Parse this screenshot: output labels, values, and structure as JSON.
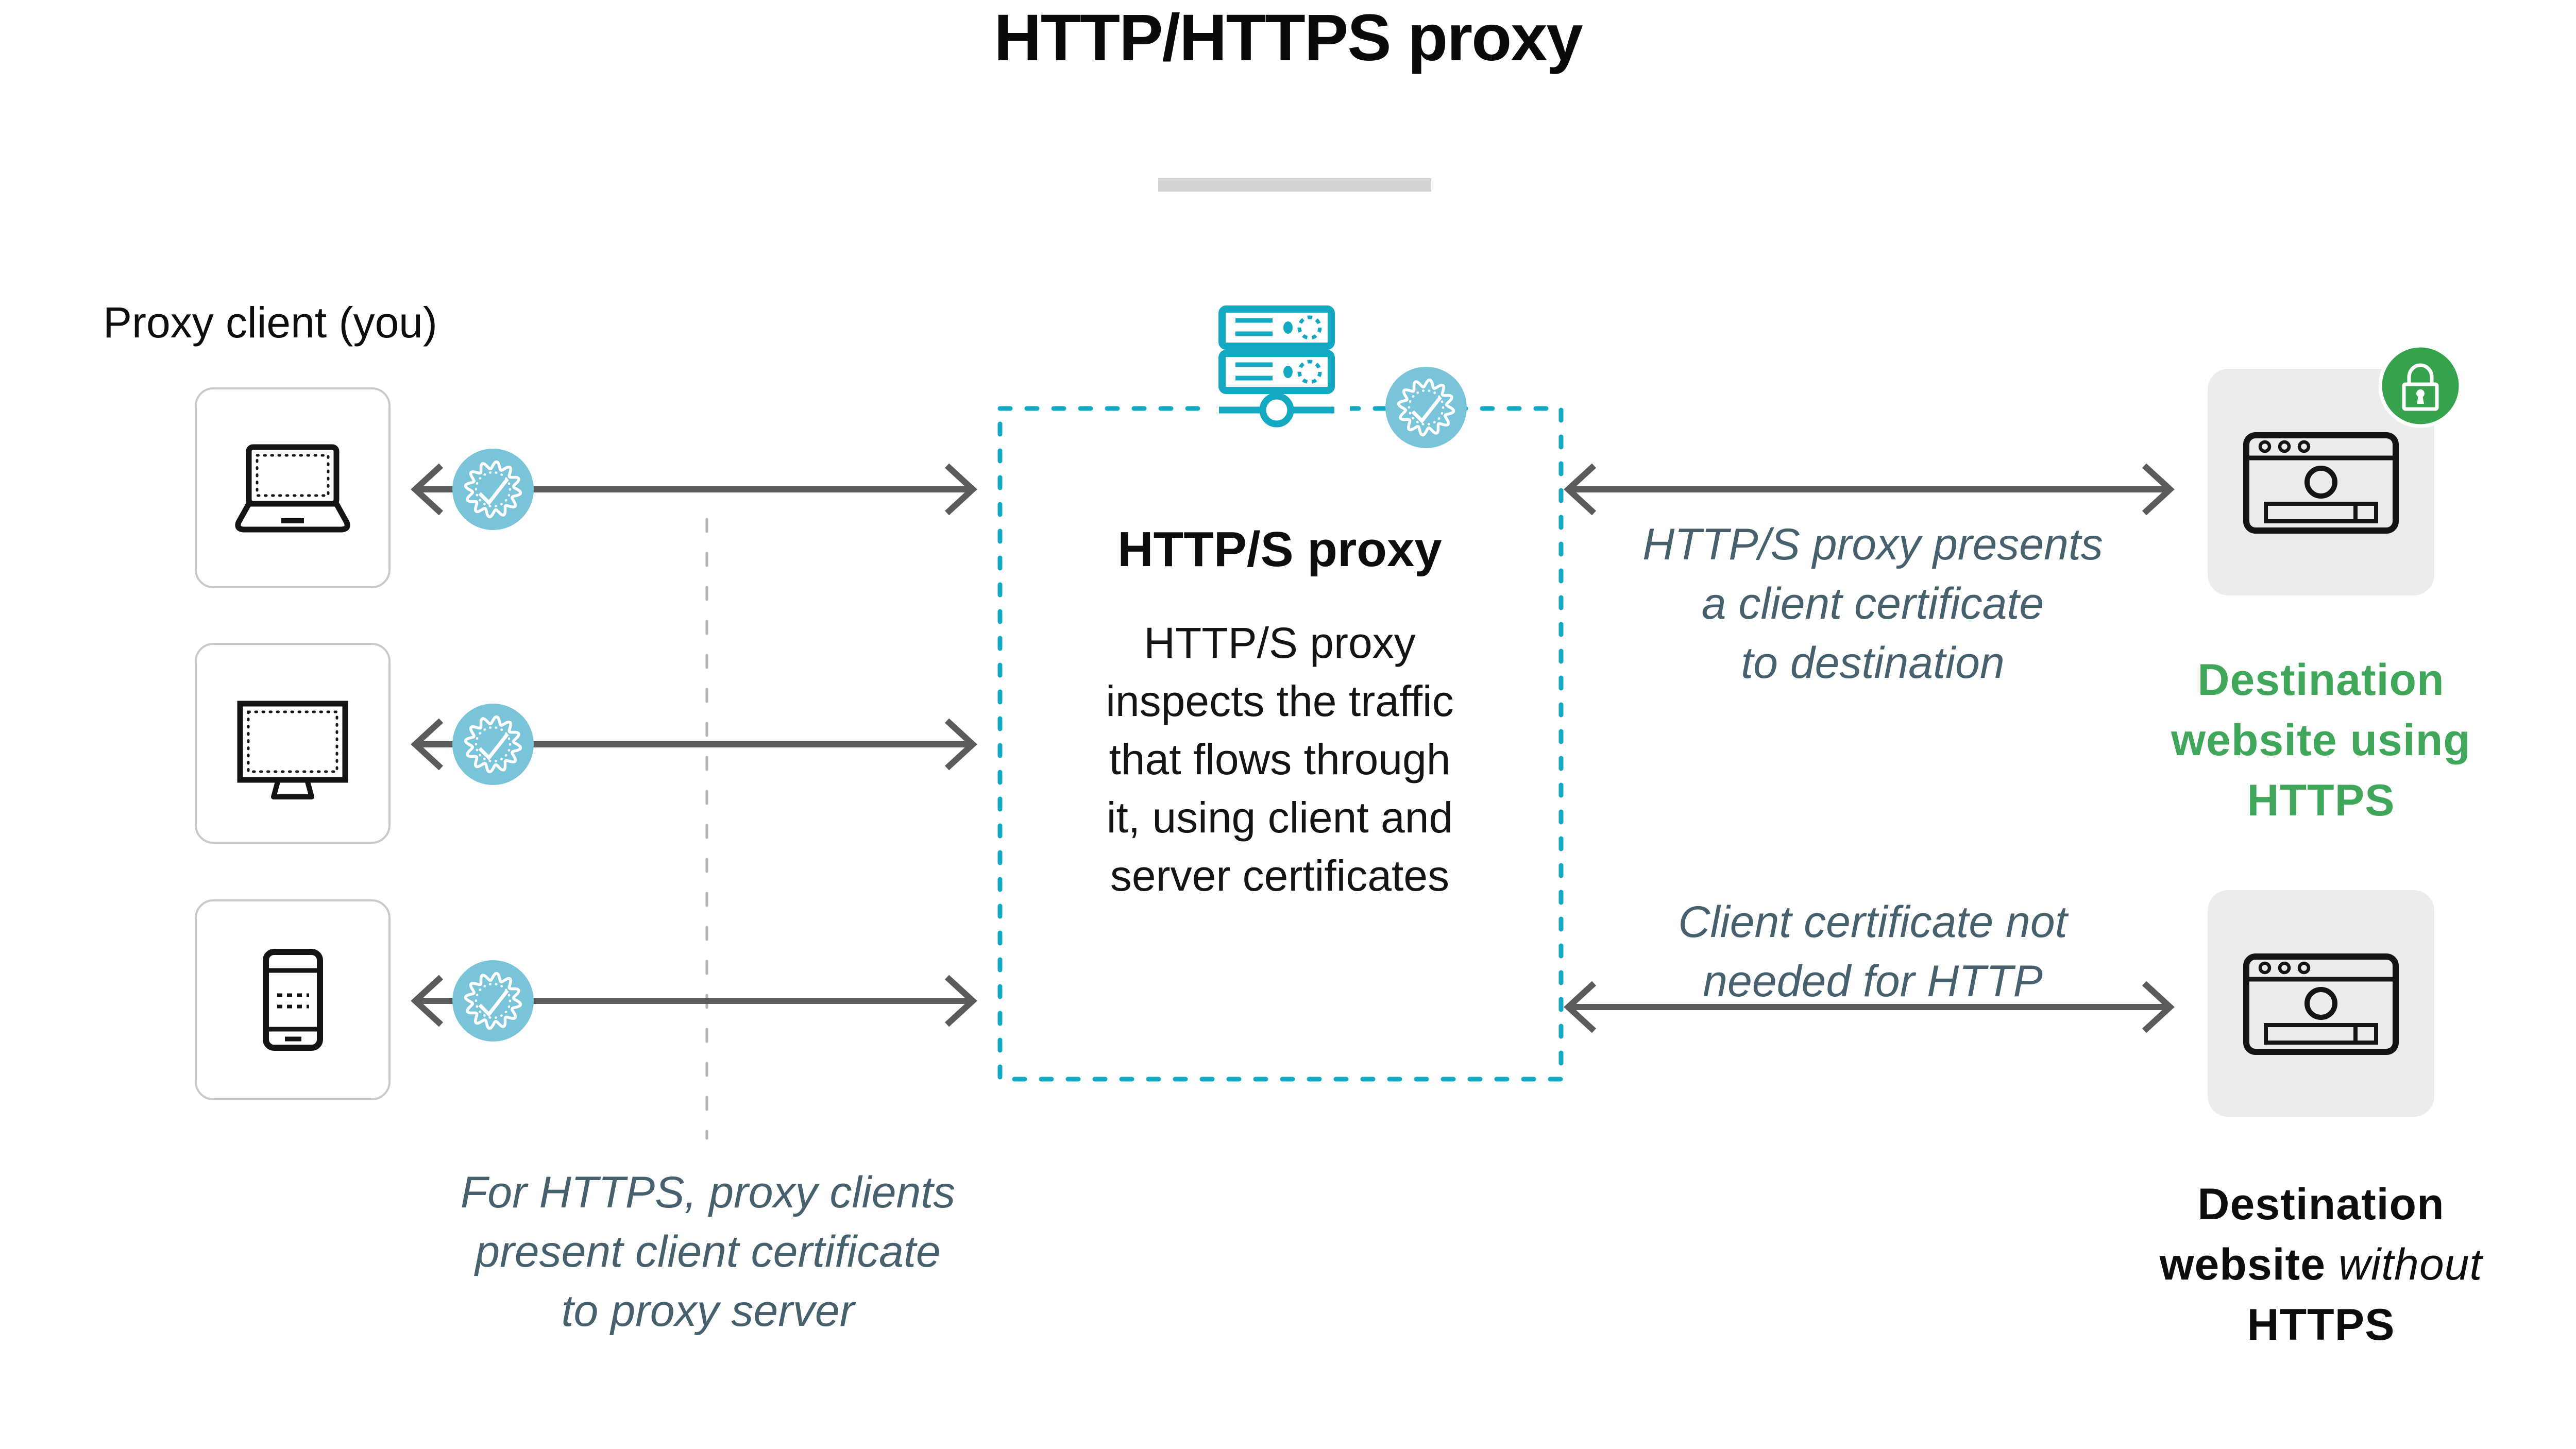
{
  "title": "HTTP/HTTPS proxy",
  "proxy_client": {
    "label": "Proxy client (you)",
    "devices": [
      {
        "name": "laptop"
      },
      {
        "name": "desktop-monitor"
      },
      {
        "name": "smartphone"
      }
    ]
  },
  "proxy_box": {
    "heading": "HTTP/S proxy",
    "body_lines": [
      "HTTP/S proxy",
      "inspects the traffic",
      "that flows through",
      "it, using client and",
      "server certificates"
    ]
  },
  "notes": {
    "client_to_proxy_lines": [
      "For HTTPS, proxy clients",
      "present client certificate",
      "to proxy server"
    ],
    "proxy_to_https_lines": [
      "HTTP/S proxy presents",
      "a client certificate",
      "to destination"
    ],
    "proxy_to_http_lines": [
      "Client certificate not",
      "needed for HTTP"
    ]
  },
  "destinations": {
    "https": {
      "label_lines": [
        "Destination",
        "website using",
        "HTTPS"
      ]
    },
    "http": {
      "line1": "Destination",
      "line2_regular": "website ",
      "line2_italic": "without",
      "line3": "HTTPS"
    }
  },
  "icons": {
    "server": "proxy-server-icon",
    "certificate_badge": "certificate-seal-badge-icon",
    "lock_badge": "https-lock-badge-icon",
    "laptop": "laptop-icon",
    "monitor": "desktop-monitor-icon",
    "smartphone": "smartphone-icon",
    "browser": "browser-window-icon"
  },
  "colors": {
    "teal": "#14a9c2",
    "badge_teal": "#7ac4d9",
    "green_text": "#3fa65a",
    "badge_green": "#36a24e",
    "slate_italic": "#47606e",
    "arrow_gray": "#5b5b5d",
    "title_underline_gray": "#d3d3d3",
    "device_box_border": "#c9c9c9",
    "dest_box_gray": "#ececec",
    "dashed_line_gray": "#b3b3b3"
  }
}
